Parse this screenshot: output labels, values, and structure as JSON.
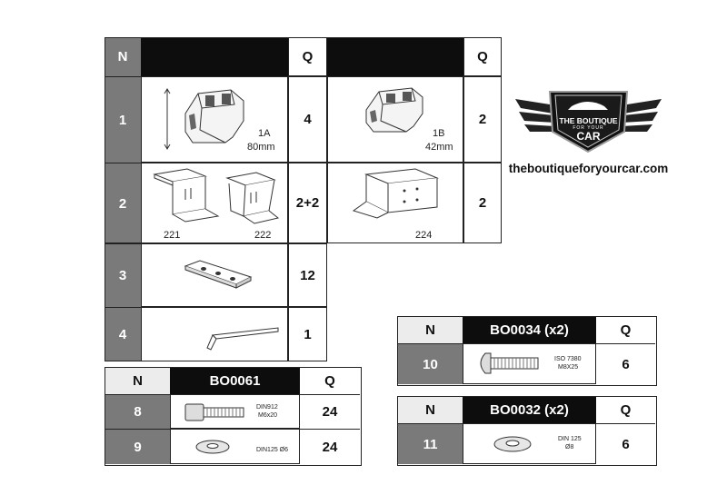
{
  "main_table": {
    "header": {
      "n": "N",
      "q": "Q",
      "q2": "Q"
    },
    "rows": [
      {
        "n": "1",
        "left_label": "1A",
        "left_dim": "80mm",
        "left_q": "4",
        "right_label": "1B",
        "right_dim": "42mm",
        "right_q": "2"
      },
      {
        "n": "2",
        "left_label_a": "221",
        "left_label_b": "222",
        "left_q": "2+2",
        "right_label": "224",
        "right_q": "2"
      },
      {
        "n": "3",
        "left_q": "12"
      },
      {
        "n": "4",
        "left_q": "1"
      }
    ]
  },
  "logo": {
    "line1": "THE BOUTIQUE",
    "line2": "FOR YOUR",
    "line3": "CAR"
  },
  "website": "theboutiqueforyourcar.com",
  "table_bo0061": {
    "n": "N",
    "title": "BO0061",
    "q": "Q",
    "rows": [
      {
        "n": "8",
        "spec1": "DIN912",
        "spec2": "M6x20",
        "q": "24"
      },
      {
        "n": "9",
        "spec1": "DIN125 Ø6",
        "q": "24"
      }
    ]
  },
  "table_bo0034": {
    "n": "N",
    "title": "BO0034 (x2)",
    "q": "Q",
    "rows": [
      {
        "n": "10",
        "spec1": "ISO 7380",
        "spec2": "M8X25",
        "q": "6"
      }
    ]
  },
  "table_bo0032": {
    "n": "N",
    "title": "BO0032 (x2)",
    "q": "Q",
    "rows": [
      {
        "n": "11",
        "spec1": "DIN 125",
        "spec2": "Ø8",
        "q": "6"
      }
    ]
  },
  "colors": {
    "header_gray": "#7a7a7a",
    "header_black": "#0d0d0d",
    "cell_light": "#ececec"
  }
}
